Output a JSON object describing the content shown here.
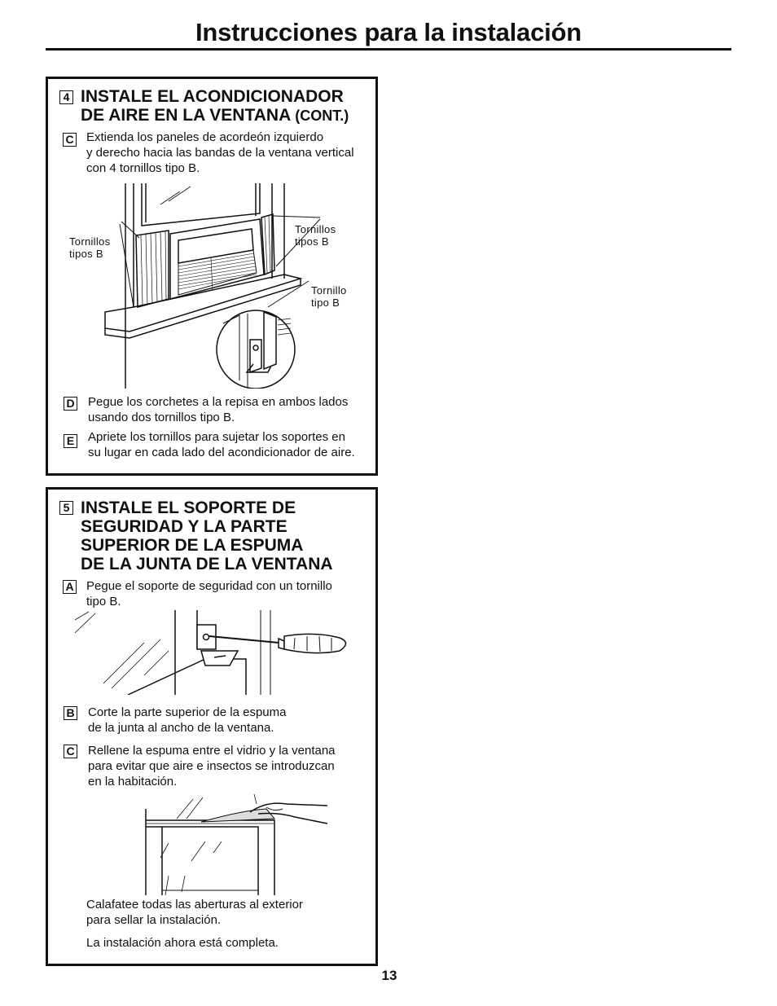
{
  "page": {
    "title": "Instrucciones para la instalación",
    "page_number": "13"
  },
  "section4": {
    "number": "4",
    "heading_line1": "INSTALE EL ACONDICIONADOR",
    "heading_line2_main": "DE AIRE EN LA VENTANA ",
    "heading_line2_suffix": "(CONT.)",
    "steps": [
      {
        "letter": "C",
        "lines": [
          "Extienda los paneles de acordeón izquierdo",
          "y derecho hacia las bandas de la ventana vertical",
          "con 4 tornillos tipo B."
        ]
      },
      {
        "letter": "D",
        "lines": [
          "Pegue los corchetes a la repisa en ambos lados",
          "usando dos tornillos tipo B."
        ]
      },
      {
        "letter": "E",
        "lines": [
          "Apriete los tornillos para sujetar los soportes en",
          "su lugar en cada lado del acondicionador de aire."
        ]
      }
    ],
    "figure_labels": {
      "left": [
        "Tornillos",
        "tipos B"
      ],
      "right": [
        "Tornillos",
        "tipos B"
      ],
      "detail": [
        "Tornillo",
        "tipo B"
      ]
    }
  },
  "section5": {
    "number": "5",
    "heading_lines": [
      "INSTALE EL SOPORTE DE",
      "SEGURIDAD Y LA PARTE",
      "SUPERIOR DE LA ESPUMA",
      "DE LA JUNTA DE LA VENTANA"
    ],
    "steps": [
      {
        "letter": "A",
        "lines": [
          "Pegue el soporte de seguridad con un tornillo",
          "tipo B."
        ]
      },
      {
        "letter": "B",
        "lines": [
          "Corte la parte superior de la espuma",
          "de la junta al ancho de la ventana."
        ]
      },
      {
        "letter": "C",
        "lines": [
          "Rellene la espuma entre el vidrio y la ventana",
          "para evitar que aire e insectos se introduzcan",
          "en la habitación."
        ]
      }
    ],
    "closing_lines": [
      "Calafatee todas las aberturas al exterior",
      "para sellar la instalación."
    ],
    "final_note": "La instalación ahora está completa."
  }
}
